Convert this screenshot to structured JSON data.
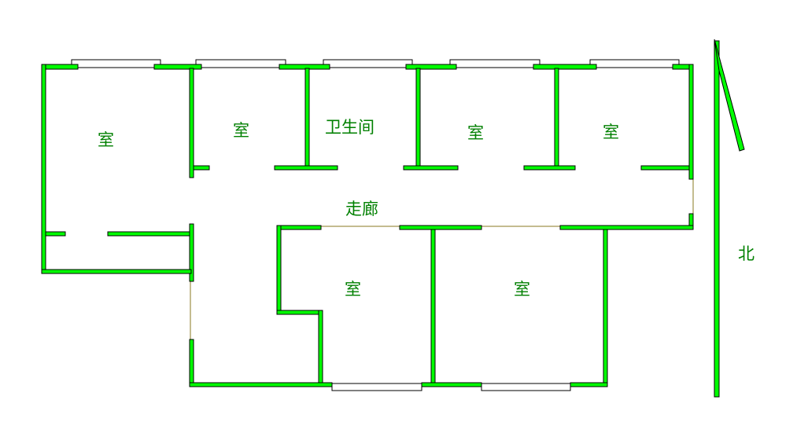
{
  "rooms": {
    "room_nw": "室",
    "room_n2": "室",
    "bathroom": "卫生间",
    "room_n4": "室",
    "room_n5": "室",
    "corridor": "走廊",
    "room_s1": "室",
    "room_s2": "室"
  },
  "compass": {
    "label": "北"
  },
  "colors": {
    "wall": "#00ff00",
    "label": "#008000"
  }
}
